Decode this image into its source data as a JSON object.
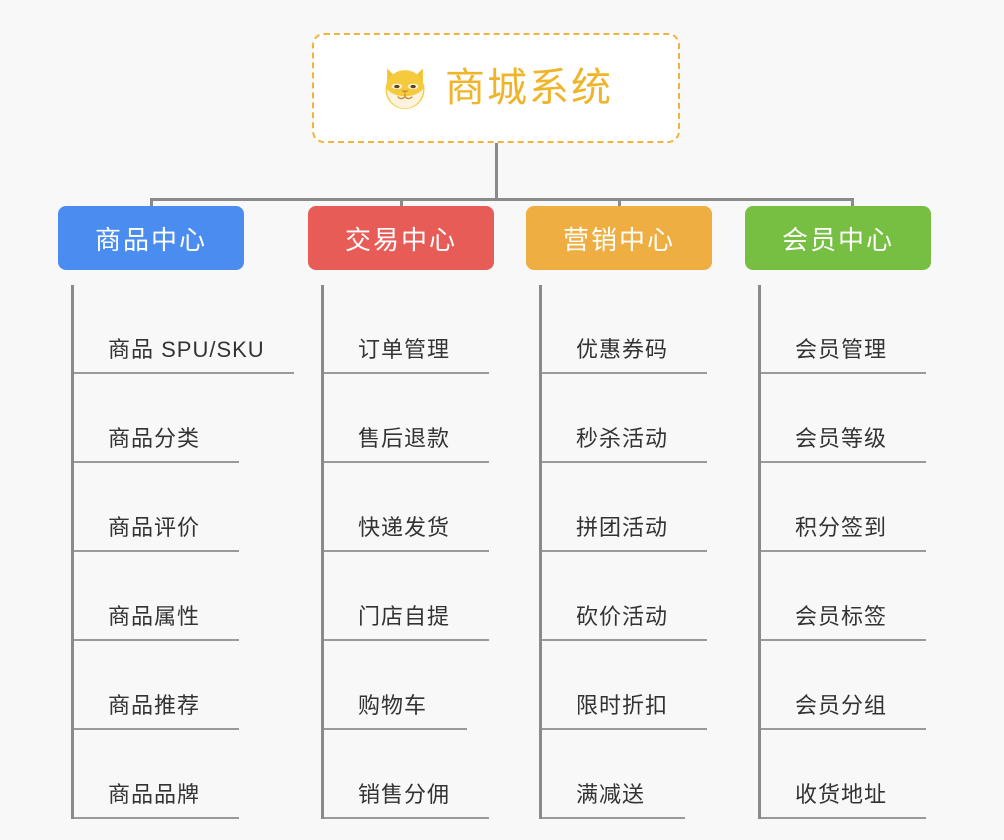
{
  "diagram": {
    "background_color": "#f8f8f8",
    "root": {
      "title": "商城系统",
      "icon": "shiba-dog-face-emoji",
      "text_color": "#f0b429",
      "border_color": "#f2b33d"
    },
    "line_color": "#8a8a8a",
    "columns": [
      {
        "label": "商品中心",
        "color": "#4a8cf0",
        "items": [
          "商品 SPU/SKU",
          "商品分类",
          "商品评价",
          "商品属性",
          "商品推荐",
          "商品品牌"
        ]
      },
      {
        "label": "交易中心",
        "color": "#e85c57",
        "items": [
          "订单管理",
          "售后退款",
          "快递发货",
          "门店自提",
          "购物车",
          "销售分佣"
        ]
      },
      {
        "label": "营销中心",
        "color": "#eeae41",
        "items": [
          "优惠券码",
          "秒杀活动",
          "拼团活动",
          "砍价活动",
          "限时折扣",
          "满减送"
        ]
      },
      {
        "label": "会员中心",
        "color": "#76bf43",
        "items": [
          "会员管理",
          "会员等级",
          "积分签到",
          "会员标签",
          "会员分组",
          "收货地址"
        ]
      }
    ]
  }
}
